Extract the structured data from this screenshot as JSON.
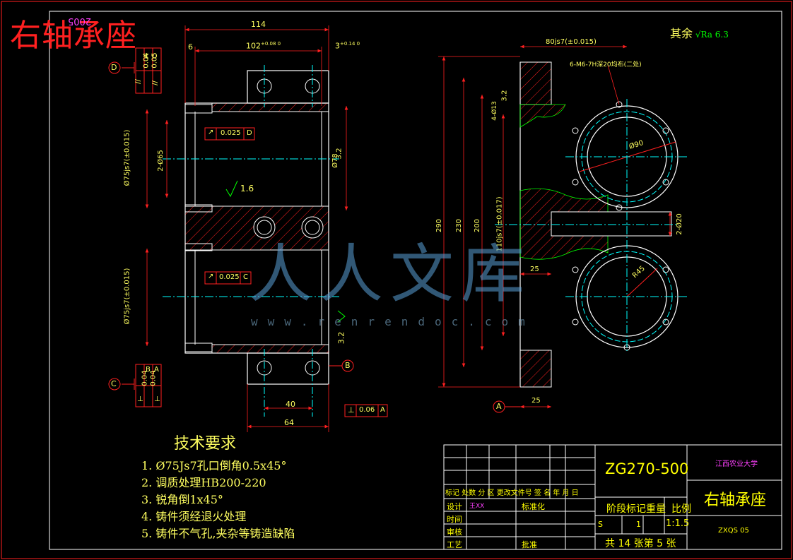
{
  "overlay_title": "右轴承座",
  "top_tag": "2005",
  "surface_note": "其余",
  "surface_value": "6.3",
  "dims": {
    "d114": "114",
    "d6": "6",
    "d102": "102",
    "d102_tol": "+0.08 0",
    "d3": "3",
    "d3_tol": "+0.14 0",
    "d75_top": "Ø75js7(±0.015)",
    "d75_bot": "Ø75js7(±0.015)",
    "d78": "Ø78",
    "d2_65": "2-Ø65",
    "d40": "40",
    "d64": "64",
    "d80": "80js7(±0.015)",
    "d6m6": "6-M6-7H深20均布(二处)",
    "d4_13": "4-Ø13",
    "d290": "290",
    "d230": "230",
    "d200": "200",
    "d110": "110js7(±0.017)",
    "d2_20": "2-Ø20",
    "d25a": "25",
    "d25b": "25",
    "phi90": "Ø90",
    "r45": "R45",
    "ra1_6": "1.6",
    "ra3_2a": "3.2",
    "ra3_2b": "3.2",
    "ra3_2c": "3.2"
  },
  "tolerance_frames": {
    "top_left": {
      "datum": "D",
      "rows": [
        [
          "//",
          "0.04",
          "A"
        ],
        [
          "//",
          "0.05",
          "C"
        ]
      ]
    },
    "bottom_left": {
      "datum": "C",
      "rows": [
        [
          "⊥",
          "0.04",
          "B"
        ],
        [
          "⊥",
          "0.04",
          "A"
        ]
      ]
    },
    "upper_runout": {
      "sym": "↗",
      "val": "0.025",
      "datum": "D"
    },
    "lower_runout": {
      "sym": "↗",
      "val": "0.025",
      "datum": "C"
    },
    "bottom_perp": {
      "sym": "⊥",
      "val": "0.06",
      "datum": "A"
    },
    "datum_b": "B",
    "datum_a": "A"
  },
  "requirements": {
    "title": "技术要求",
    "items": [
      "1.  Ø75Js7孔口倒角0.5x45°",
      "2.  调质处理HB200-220",
      "3.  锐角倒1x45°",
      "4.  铸件须经退火处理",
      "5.  铸件不气孔,夹杂等铸造缺陷"
    ]
  },
  "title_block": {
    "material": "ZG270-500",
    "school": "江西农业大学",
    "part_name": "右轴承座",
    "drawing_no": "ZXQS  05",
    "scale": "1:1.5",
    "weight": "1",
    "stage": "S",
    "sheets": "共  14  张第  5  张",
    "header_row": "标记 处数  分  区  更改文件号 签 名  年 月 日",
    "stage_label": "阶段标记",
    "weight_label": "重量",
    "scale_label": "比例",
    "design_label": "设计",
    "designer": "王XX",
    "standard_label": "标准化",
    "check_label": "时间",
    "review_label": "审核",
    "process_label": "工艺",
    "approve_label": "批准"
  },
  "watermark": {
    "text": "人人文库",
    "url": "www.renrendoc.com"
  },
  "colors": {
    "background": "#000000",
    "outline": "#ffffff",
    "dimension": "#ff2020",
    "center": "#00ffff",
    "hatch": "#ff2020",
    "text_yellow": "#ffff00",
    "leader": "#00ff00"
  }
}
